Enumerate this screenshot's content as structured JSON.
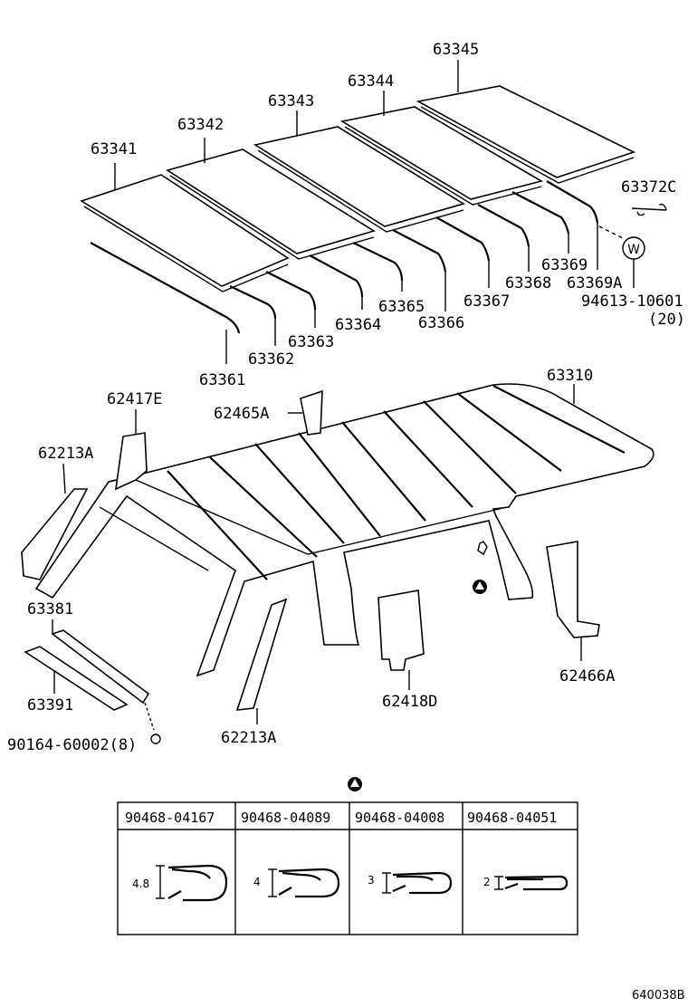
{
  "parts": {
    "roof_panel_1": "63341",
    "roof_panel_2": "63342",
    "roof_panel_3": "63343",
    "roof_panel_4": "63344",
    "roof_panel_5": "63345",
    "clip_63372c": "63372C",
    "strip_63361": "63361",
    "strip_63362": "63362",
    "strip_63363": "63363",
    "strip_63364": "63364",
    "strip_63365": "63365",
    "strip_63366": "63366",
    "strip_63367": "63367",
    "strip_63368": "63368",
    "strip_63369": "63369",
    "strip_63369a": "63369A",
    "w_marker": "W",
    "clip_94613": "94613-10601",
    "clip_94613_qty": "(20)",
    "headliner_63310": "63310",
    "garnish_62417e": "62417E",
    "garnish_62465a": "62465A",
    "garnish_62213a_upper": "62213A",
    "garnish_62213a_lower": "62213A",
    "visor_63381": "63381",
    "visor_63391": "63391",
    "screw_90164": "90164-60002(8)",
    "garnish_62418d": "62418D",
    "garnish_62466a": "62466A"
  },
  "clip_table": {
    "headers": [
      "90468-04167",
      "90468-04089",
      "90468-04008",
      "90468-04051"
    ],
    "dimensions": [
      "4.8",
      "4",
      "3",
      "2"
    ]
  },
  "drawing_code": "640038B"
}
